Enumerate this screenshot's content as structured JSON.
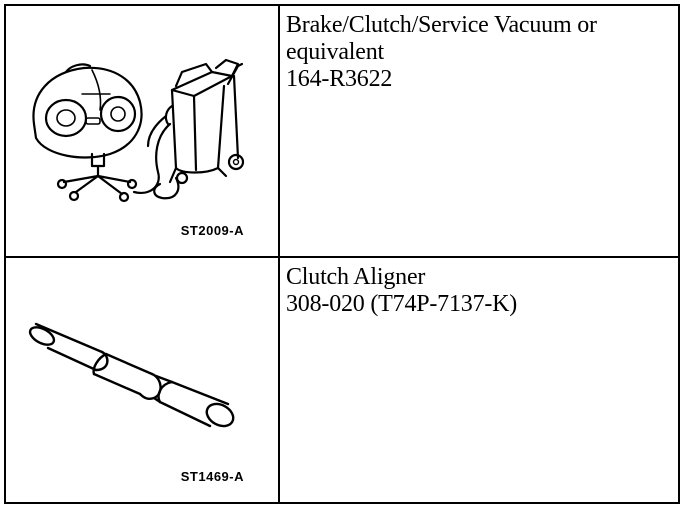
{
  "rows": [
    {
      "figure_id": "ST2009-A",
      "illustration": "brake-clutch-vacuum-illustration",
      "lines": [
        "Brake/Clutch/Service Vacuum or",
        "equivalent",
        "164-R3622"
      ]
    },
    {
      "figure_id": "ST1469-A",
      "illustration": "clutch-aligner-illustration",
      "lines": [
        "Clutch Aligner",
        "308-020 (T74P-7137-K)"
      ]
    }
  ]
}
